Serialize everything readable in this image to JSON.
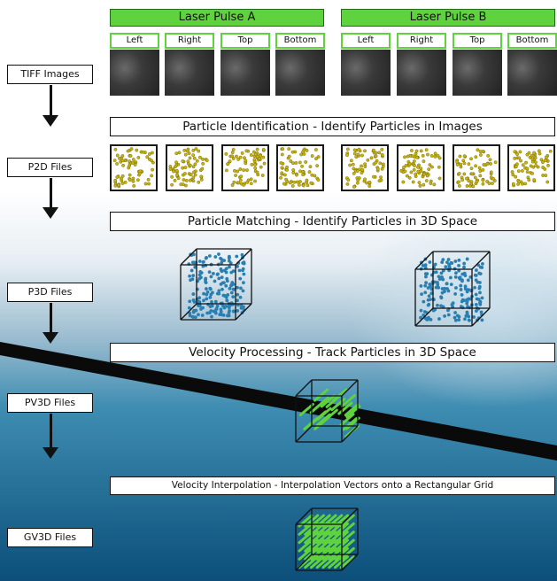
{
  "stages": [
    {
      "label": "TIFF Images"
    },
    {
      "label": "P2D Files"
    },
    {
      "label": "P3D Files"
    },
    {
      "label": "PV3D Files"
    },
    {
      "label": "GV3D Files"
    }
  ],
  "pulses": [
    {
      "title": "Laser Pulse A",
      "cameras": [
        "Left",
        "Right",
        "Top",
        "Bottom"
      ]
    },
    {
      "title": "Laser Pulse B",
      "cameras": [
        "Left",
        "Right",
        "Top",
        "Bottom"
      ]
    }
  ],
  "steps": [
    {
      "text": "Particle Identification - Identify Particles in Images"
    },
    {
      "text": "Particle Matching - Identify Particles in 3D Space"
    },
    {
      "text": "Velocity Processing - Track Particles in 3D Space"
    },
    {
      "text": "Velocity Interpolation - Interpolation Vectors onto a Rectangular Grid"
    }
  ],
  "colors": {
    "pulse_header": "#5fd33d",
    "camera_border": "#5fd33d",
    "particle_2d": "#c8b40f",
    "particle_3d": "#2b7fb0",
    "vectors": "#5fd33d",
    "water_top": "#7fb6cf",
    "water_bottom": "#0b4f7a"
  }
}
